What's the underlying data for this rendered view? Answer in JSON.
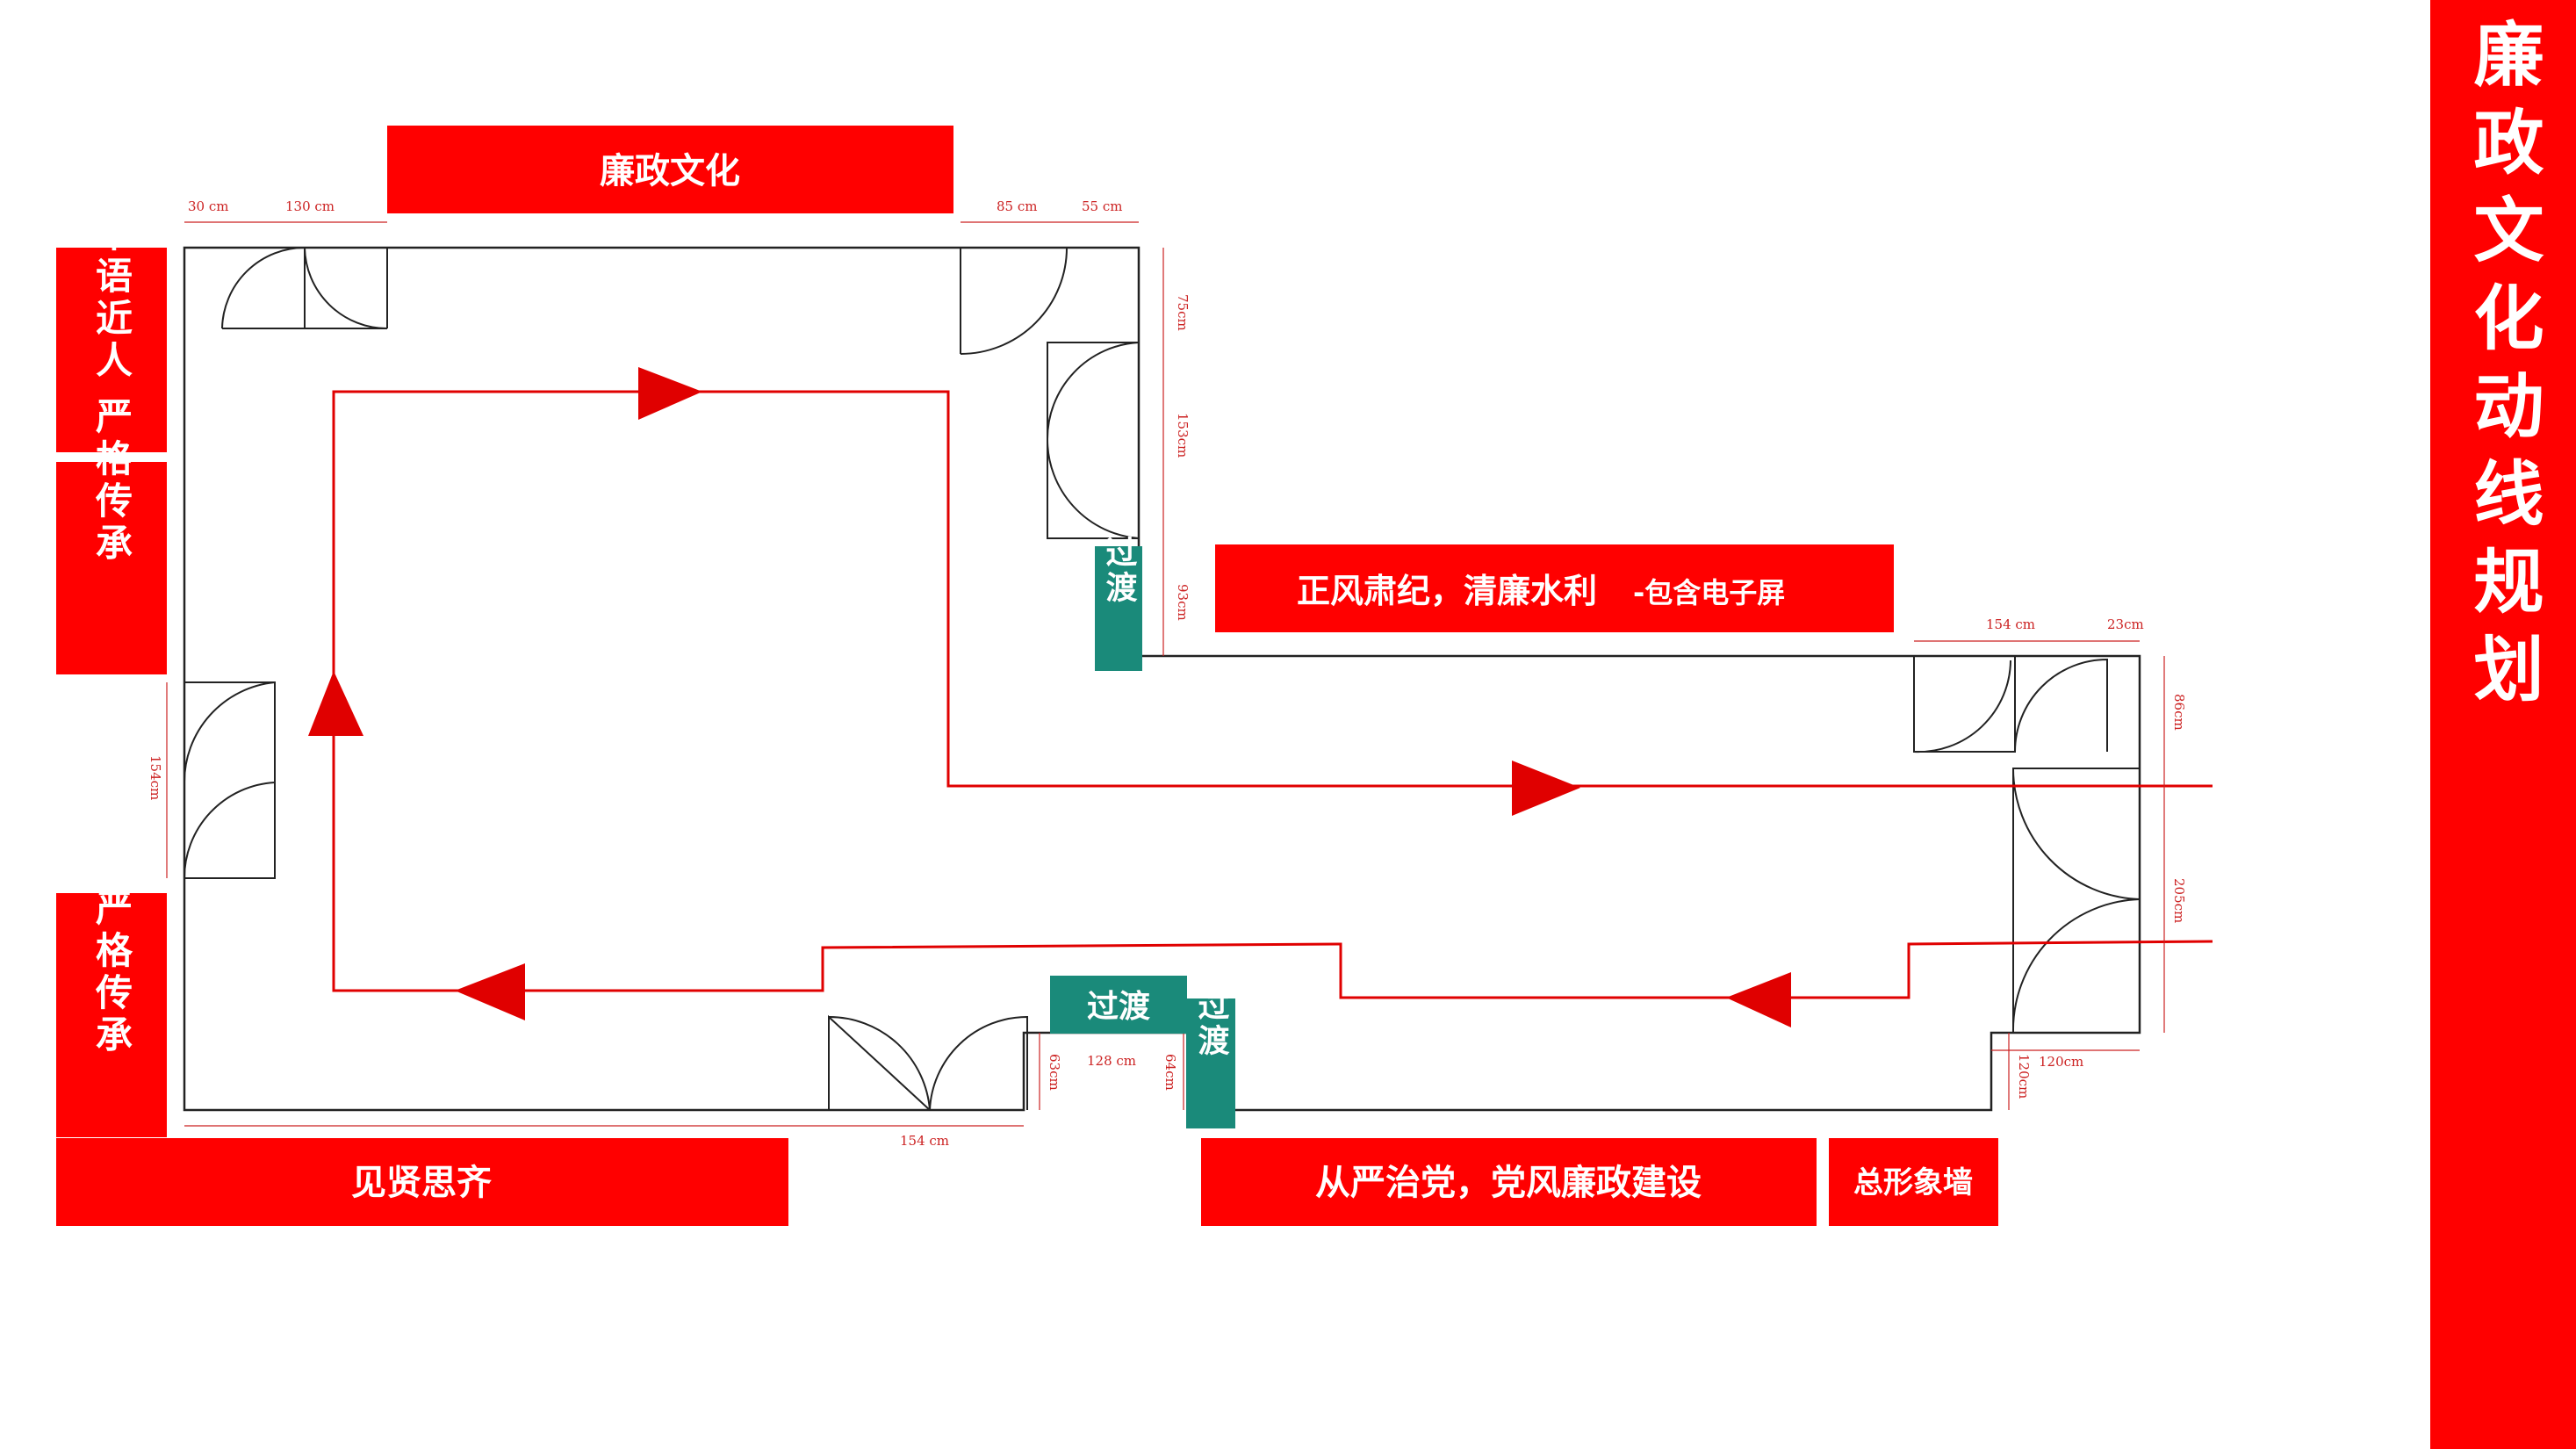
{
  "side_title": "党纪教育及廉政文化动线规划",
  "colors": {
    "accent": "#ff0000",
    "transition": "#1a8a7a",
    "wall": "#222222",
    "dim": "#cc2222"
  },
  "labels": {
    "lianzheng_wenhua": "廉政文化",
    "pingyu_jinren": "平语近人",
    "yange_chuancheng_1": "严格传承",
    "yange_chuancheng_2": "严格传承",
    "zhengfeng_sujii": "正风肃纪，清廉水利",
    "zhengfeng_suffix": "-包含电子屏",
    "jianxian_siqi": "见贤思齐",
    "congyan_zhidang": "从严治党，党风廉政建设",
    "zongxing_xiangqiang": "总形象墙",
    "guodu_1": "过渡",
    "guodu_2": "过渡",
    "guodu_3": "过渡"
  },
  "dimensions": {
    "d30": "30 cm",
    "d130": "130 cm",
    "d85": "85 cm",
    "d55": "55 cm",
    "d75": "75cm",
    "d153": "153cm",
    "d93": "93cm",
    "d154_top": "154 cm",
    "d23": "23cm",
    "d86": "86cm",
    "d205": "205cm",
    "d154_left": "154cm",
    "d154_bottom": "154 cm",
    "d63": "63cm",
    "d128": "128 cm",
    "d64": "64cm",
    "d120_v": "120cm",
    "d120_h": "120cm"
  }
}
